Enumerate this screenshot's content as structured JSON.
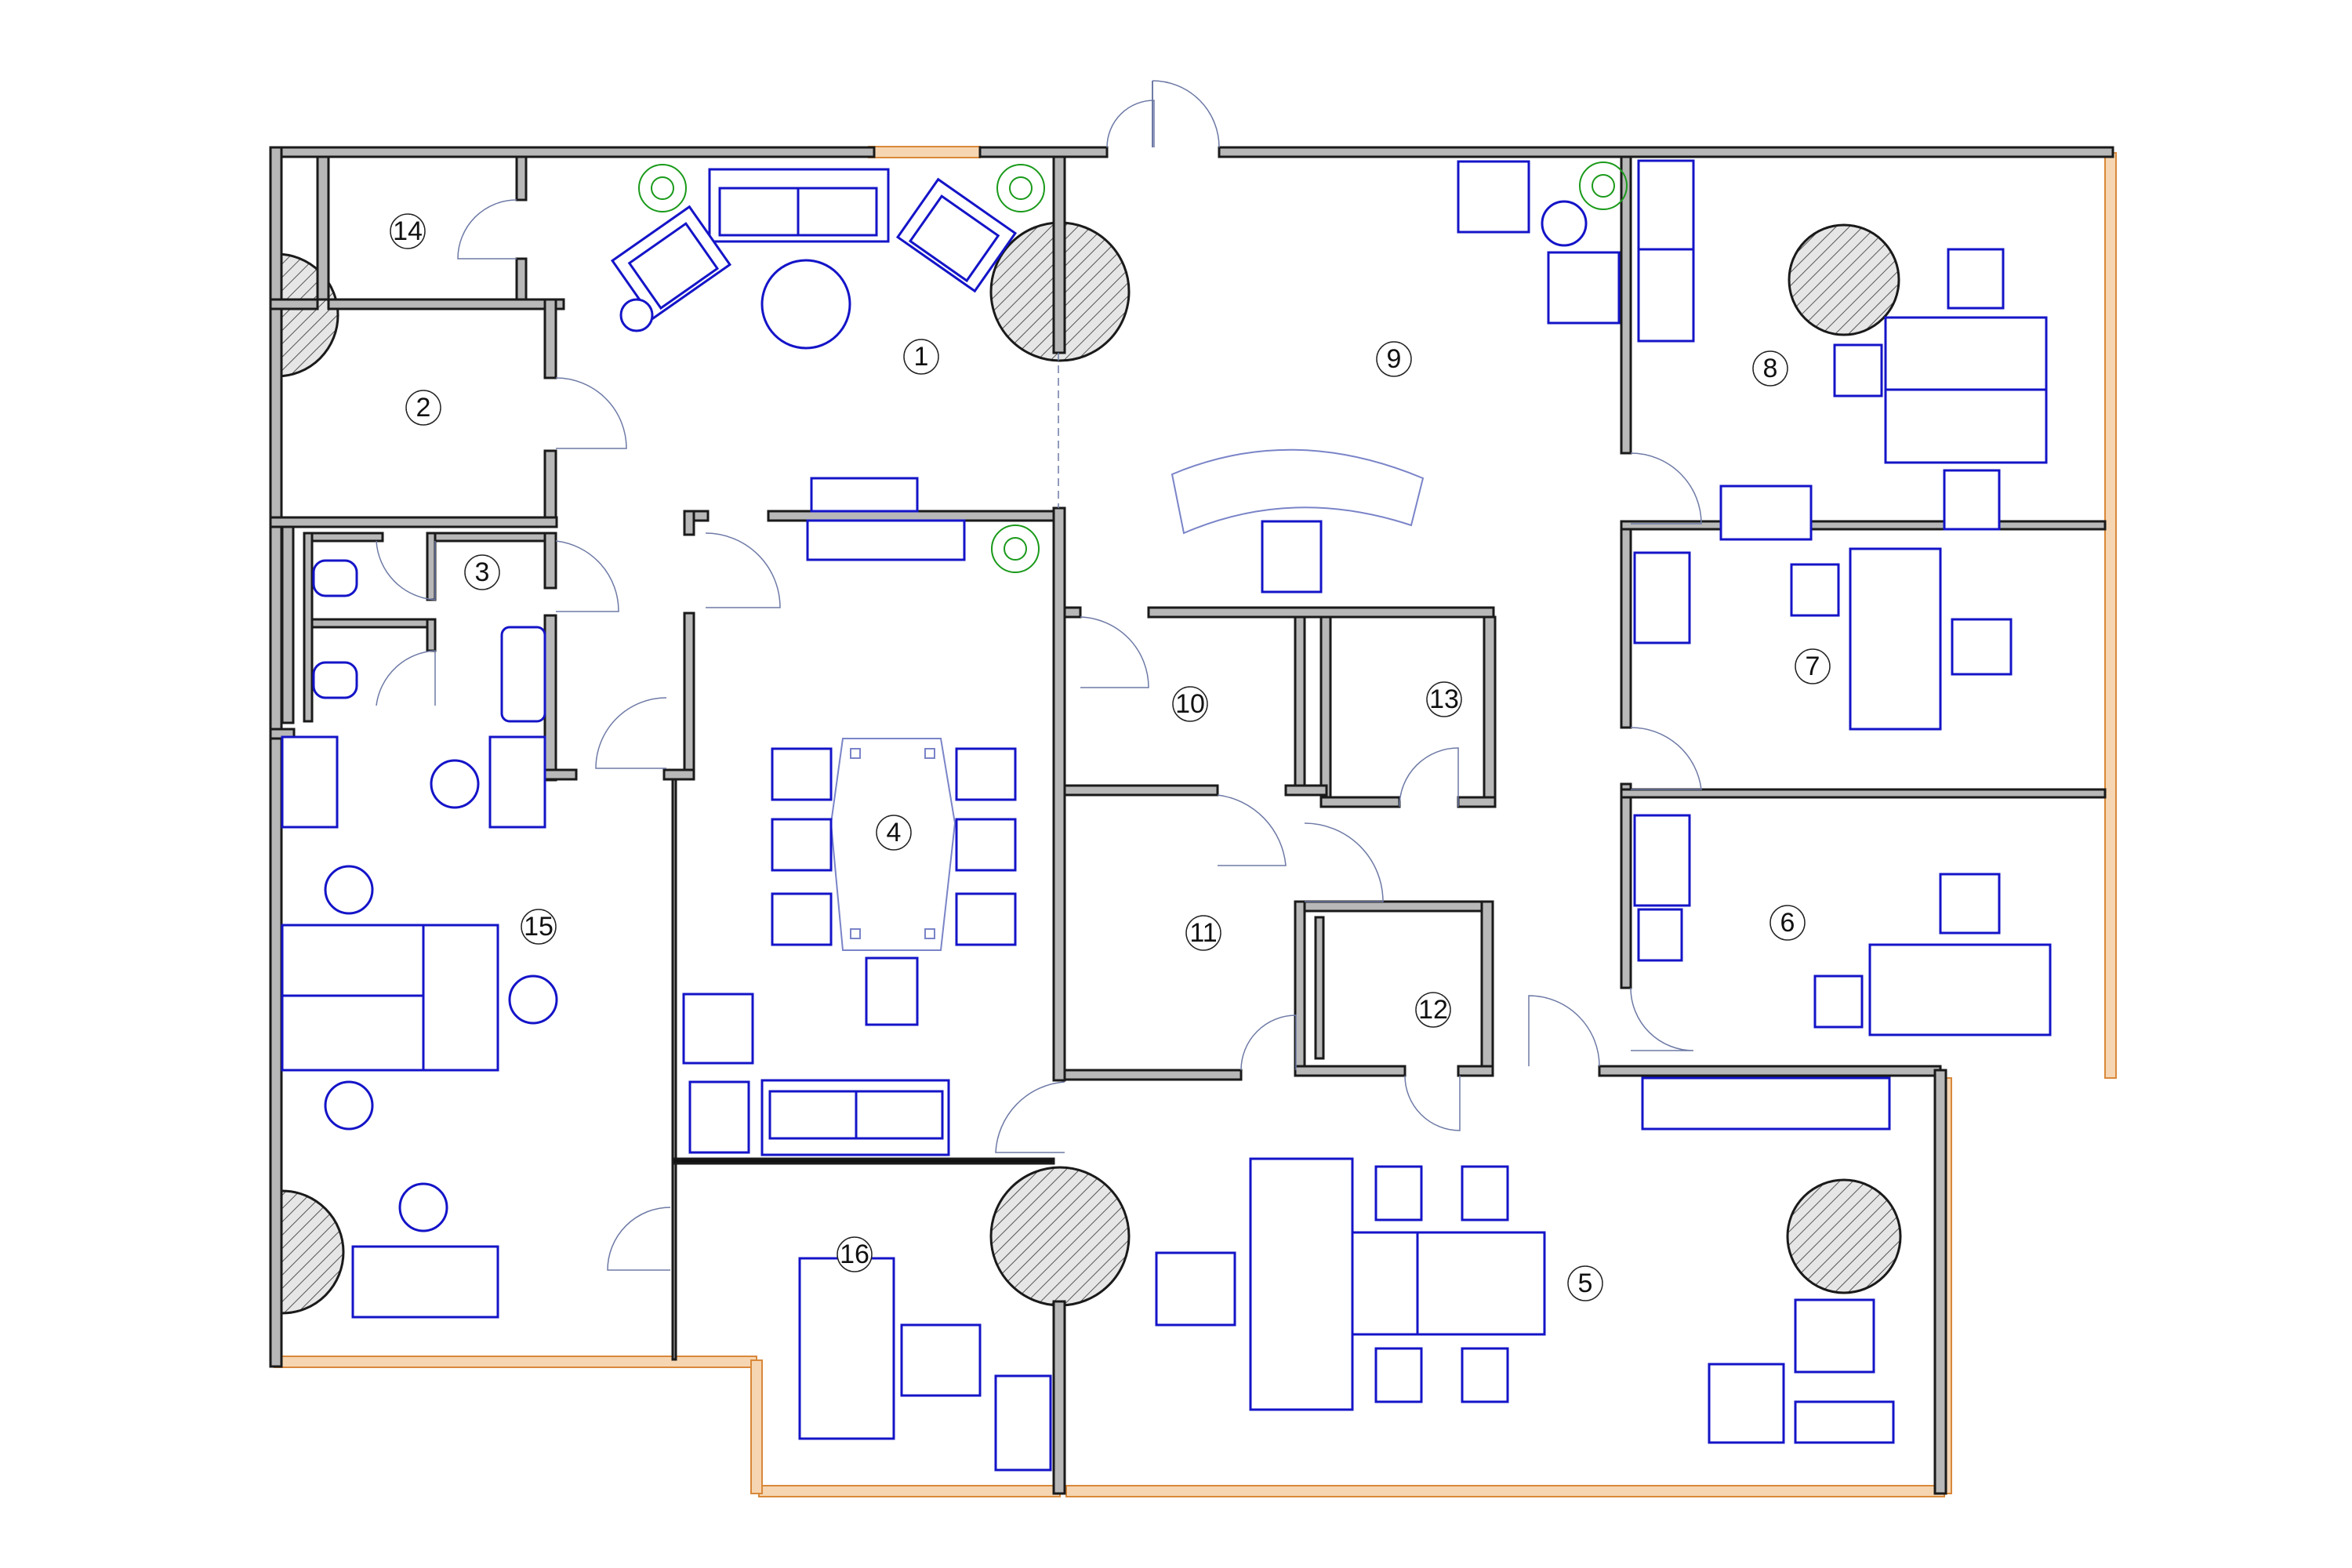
{
  "rooms": [
    {
      "label": "1"
    },
    {
      "label": "2"
    },
    {
      "label": "3"
    },
    {
      "label": "4"
    },
    {
      "label": "5"
    },
    {
      "label": "6"
    },
    {
      "label": "7"
    },
    {
      "label": "8"
    },
    {
      "label": "9"
    },
    {
      "label": "10"
    },
    {
      "label": "11"
    },
    {
      "label": "12"
    },
    {
      "label": "13"
    },
    {
      "label": "14"
    },
    {
      "label": "15"
    },
    {
      "label": "16"
    }
  ],
  "colors": {
    "wall_fill": "#b8b8b8",
    "wall_outline": "#1a1a1a",
    "furniture": "#1414c8",
    "window": "#d9883a",
    "plant": "#1a9a1a",
    "door_swing": "#6e7aa6"
  },
  "icons": [
    "armchair-icon",
    "desk-icon",
    "office-chair-icon",
    "sofa-icon",
    "toilet-icon",
    "sink-icon",
    "plant-icon",
    "column-icon",
    "door-icon",
    "window-icon"
  ]
}
